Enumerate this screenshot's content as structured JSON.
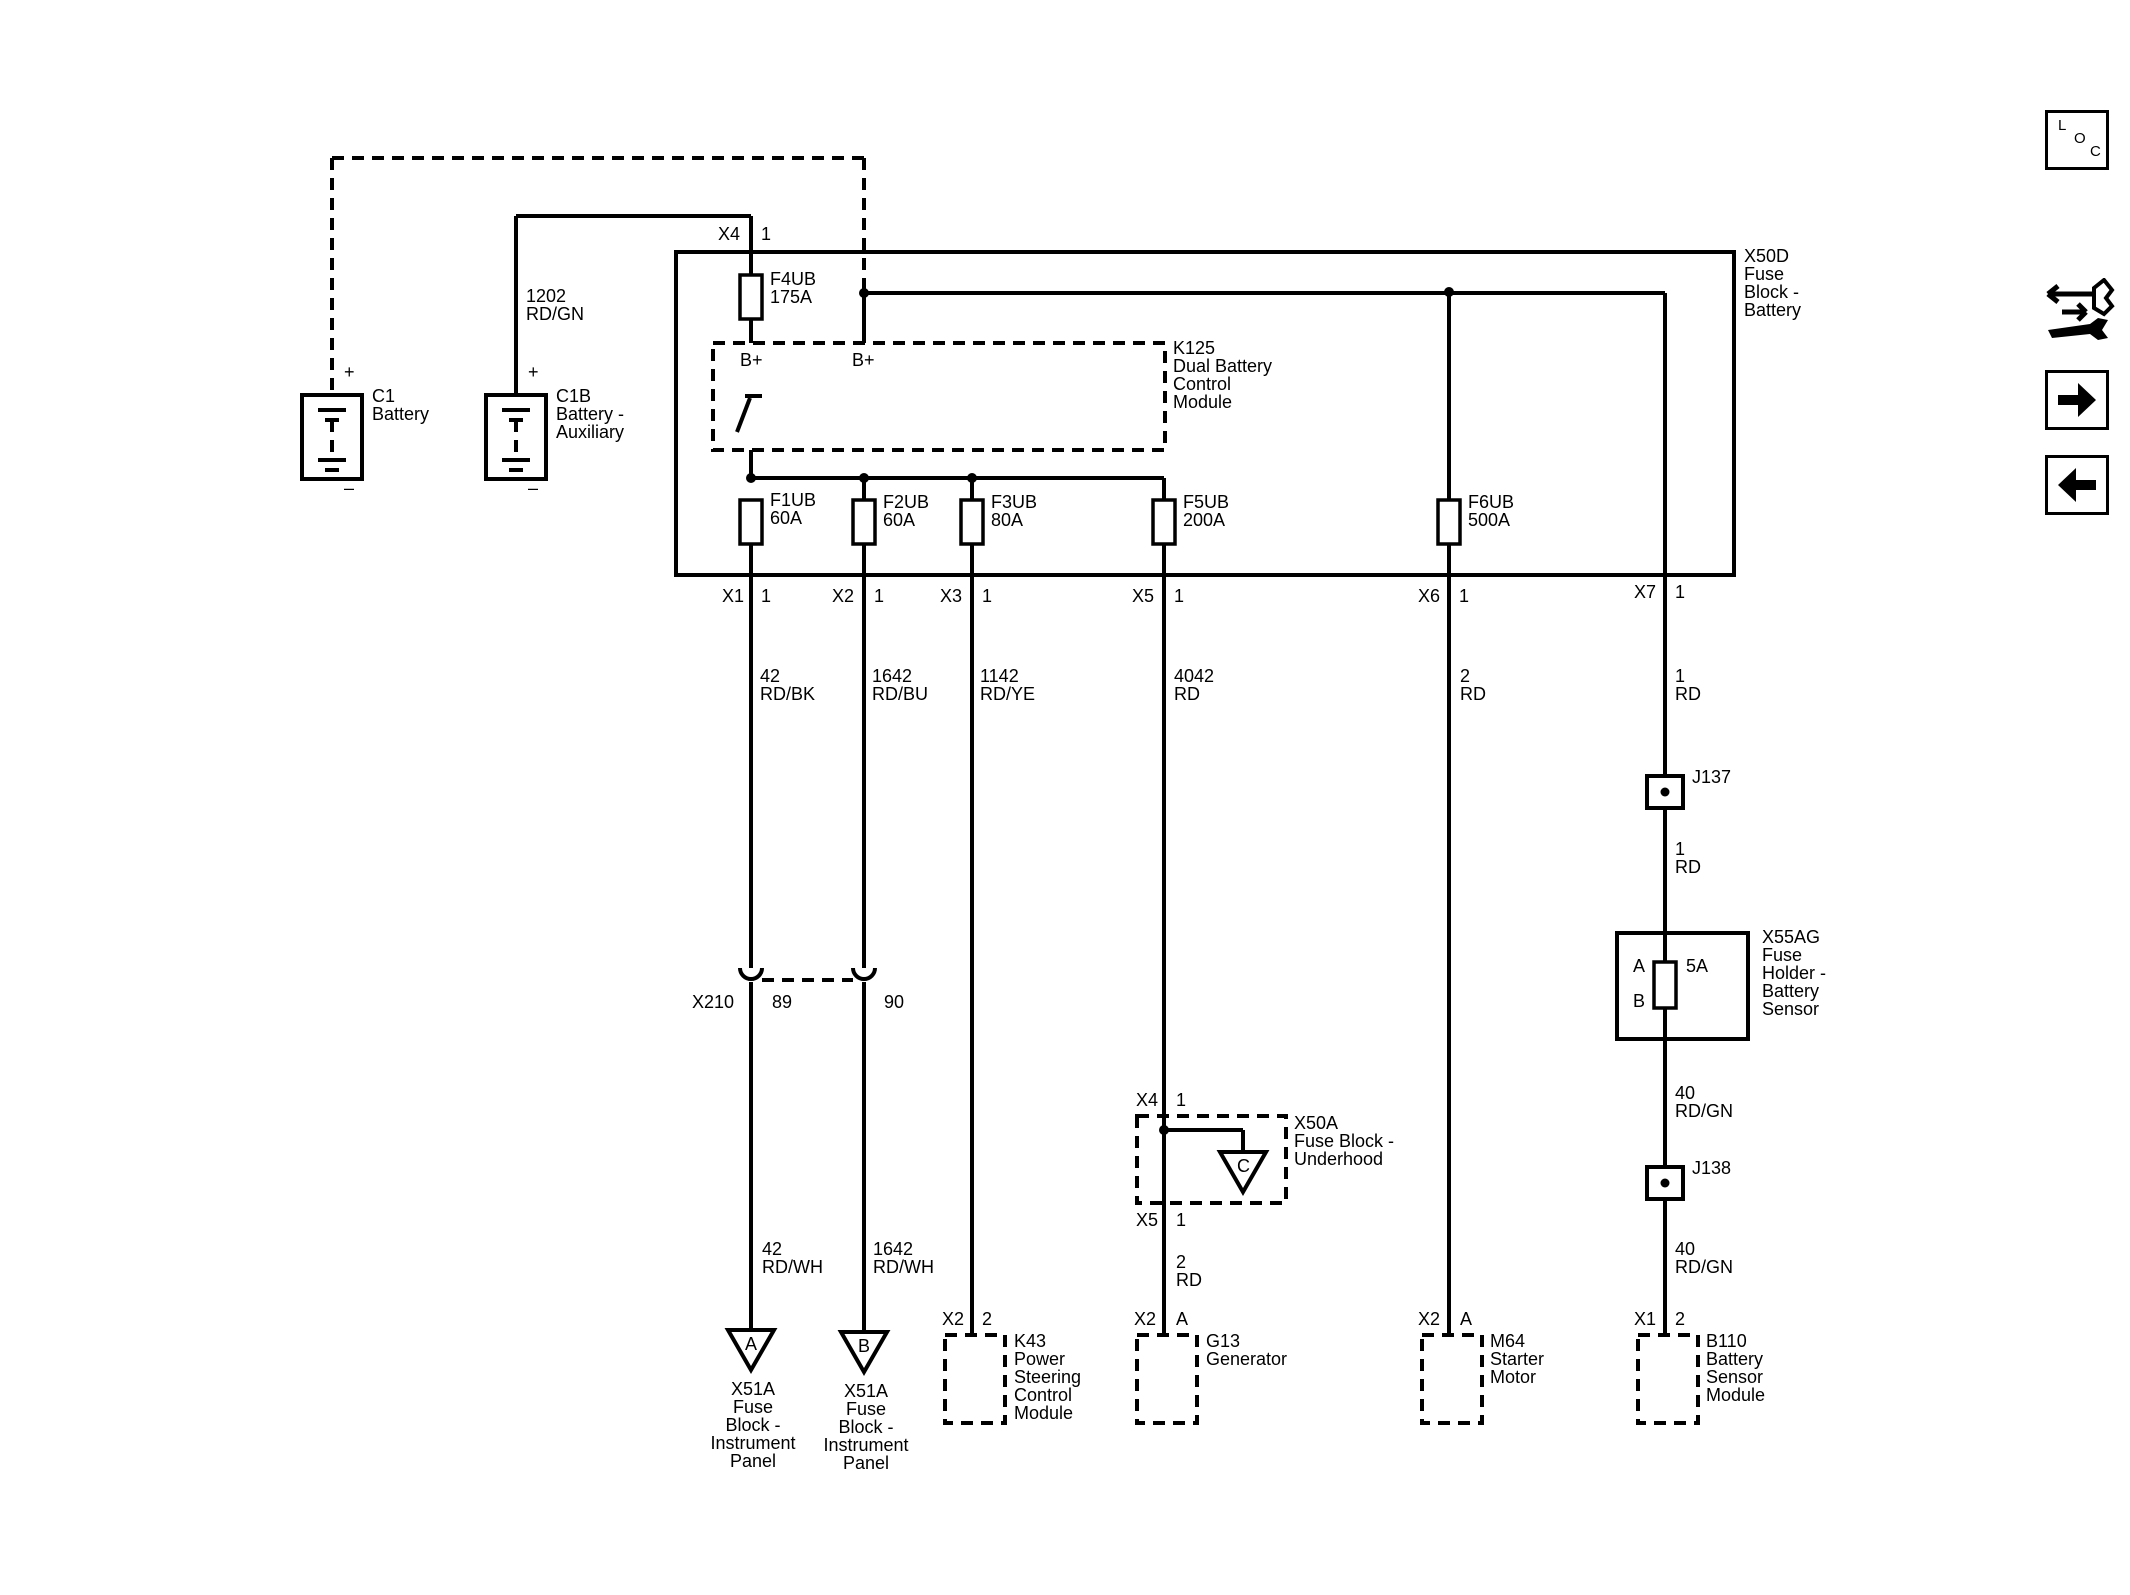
{
  "fuse_block": {
    "ref": "X50D",
    "name_lines": [
      "Fuse",
      "Block -",
      "Battery"
    ]
  },
  "dbcm": {
    "ref": "K125",
    "name_lines": [
      "Dual Battery",
      "Control",
      "Module"
    ],
    "term_left": "B+",
    "term_right": "B+"
  },
  "battery": {
    "ref": "C1",
    "name": "Battery",
    "plus": "+",
    "minus": "–"
  },
  "aux_battery": {
    "ref": "C1B",
    "name_lines": [
      "Battery -",
      "Auxiliary"
    ],
    "plus": "+",
    "minus": "–"
  },
  "aux_wire": {
    "circuit": "1202",
    "color": "RD/GN"
  },
  "input_conn": {
    "ref": "X4",
    "pin": "1"
  },
  "fuses": {
    "f4ub": {
      "name": "F4UB",
      "rating": "175A"
    },
    "f1ub": {
      "name": "F1UB",
      "rating": "60A"
    },
    "f2ub": {
      "name": "F2UB",
      "rating": "60A"
    },
    "f3ub": {
      "name": "F3UB",
      "rating": "80A"
    },
    "f5ub": {
      "name": "F5UB",
      "rating": "200A"
    },
    "f6ub": {
      "name": "F6UB",
      "rating": "500A"
    }
  },
  "outputs": {
    "x1": {
      "conn": "X1",
      "pin": "1",
      "circuit": "42",
      "color": "RD/BK"
    },
    "x2": {
      "conn": "X2",
      "pin": "1",
      "circuit": "1642",
      "color": "RD/BU"
    },
    "x3": {
      "conn": "X3",
      "pin": "1",
      "circuit": "1142",
      "color": "RD/YE"
    },
    "x5": {
      "conn": "X5",
      "pin": "1",
      "circuit": "4042",
      "color": "RD"
    },
    "x6": {
      "conn": "X6",
      "pin": "1",
      "circuit": "2",
      "color": "RD"
    },
    "x7": {
      "conn": "X7",
      "pin": "1",
      "circuit": "1",
      "color": "RD"
    }
  },
  "x210": {
    "ref": "X210",
    "pin_a": "89",
    "pin_b": "90"
  },
  "wire_42_lower": {
    "circuit": "42",
    "color": "RD/WH"
  },
  "wire_1642_lower": {
    "circuit": "1642",
    "color": "RD/WH"
  },
  "x51a_a": {
    "letter": "A",
    "name_lines": [
      "X51A",
      "Fuse",
      "Block -",
      "Instrument",
      "Panel"
    ]
  },
  "x51a_b": {
    "letter": "B",
    "name_lines": [
      "X51A",
      "Fuse",
      "Block -",
      "Instrument",
      "Panel"
    ]
  },
  "k43": {
    "conn": "X2",
    "pin": "2",
    "name_lines": [
      "K43",
      "Power",
      "Steering",
      "Control",
      "Module"
    ]
  },
  "x50a": {
    "in_conn": "X4",
    "in_pin": "1",
    "out_conn": "X5",
    "out_pin": "1",
    "letter": "C",
    "name_lines": [
      "X50A",
      "Fuse Block -",
      "Underhood"
    ]
  },
  "gen_wire": {
    "circuit": "2",
    "color": "RD"
  },
  "g13": {
    "conn": "X2",
    "pin": "A",
    "name_lines": [
      "G13",
      "Generator"
    ]
  },
  "m64": {
    "conn": "X2",
    "pin": "A",
    "name_lines": [
      "M64",
      "Starter",
      "Motor"
    ]
  },
  "j137": {
    "ref": "J137"
  },
  "j137_wire": {
    "circuit": "1",
    "color": "RD"
  },
  "x55ag": {
    "rating": "5A",
    "pin_a": "A",
    "pin_b": "B",
    "name_lines": [
      "X55AG",
      "Fuse",
      "Holder -",
      "Battery",
      "Sensor"
    ]
  },
  "sensor_wire1": {
    "circuit": "40",
    "color": "RD/GN"
  },
  "j138": {
    "ref": "J138"
  },
  "sensor_wire2": {
    "circuit": "40",
    "color": "RD/GN"
  },
  "b110": {
    "conn": "X1",
    "pin": "2",
    "name_lines": [
      "B110",
      "Battery",
      "Sensor",
      "Module"
    ]
  },
  "nav": {
    "loc_letters": [
      "L",
      "O",
      "C"
    ],
    "icons": [
      "loc-icon",
      "wrench-arrows-icon",
      "arrow-right-icon",
      "arrow-left-icon"
    ]
  }
}
